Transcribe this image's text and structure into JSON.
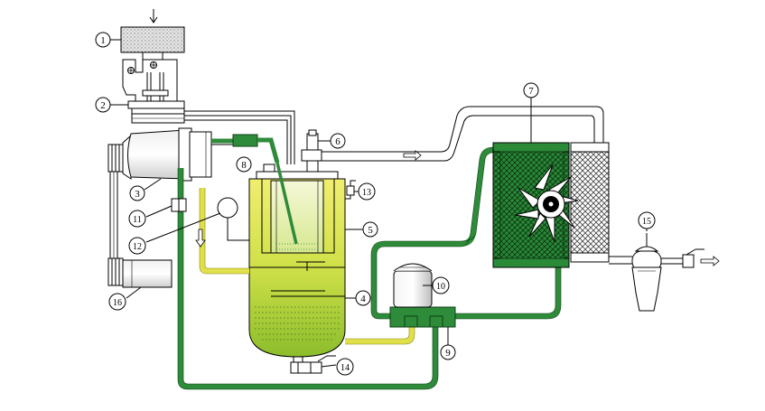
{
  "labels": {
    "l1": "1",
    "l2": "2",
    "l3": "3",
    "l4": "4",
    "l5": "5",
    "l6": "6",
    "l7": "7",
    "l8": "8",
    "l9": "9",
    "l10": "10",
    "l11": "11",
    "l12": "12",
    "l13": "13",
    "l14": "14",
    "l15": "15",
    "l16": "16"
  },
  "colors": {
    "pipe_green": "#2e8b3a",
    "pipe_dark": "#1a6a2a",
    "oil_yellow": "#e0e04a",
    "tank_yellow": "#d8e052",
    "tank_green": "#a8cc3a",
    "cooler_green": "#2a8a38",
    "separator_light": "#e8f0a8",
    "filter_gray": "#c8c8c8"
  },
  "icons": {
    "intake_arrow": "arrow-down-icon",
    "outlet_arrow": "arrow-right-icon",
    "oil_arrow": "arrow-down-icon",
    "fan": "fan-icon"
  }
}
